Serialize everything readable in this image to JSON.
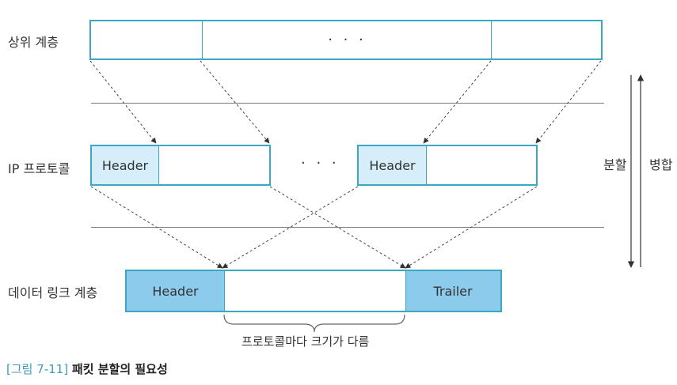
{
  "layers": {
    "upper": "상위 계층",
    "ip": "IP 프로토콜",
    "link": "데이터 링크 계층"
  },
  "upper_box": {
    "ellipsis": "· · ·"
  },
  "ip_packets": {
    "header_left": "Header",
    "header_right": "Header",
    "ellipsis": "· · ·"
  },
  "frame": {
    "header": "Header",
    "trailer": "Trailer"
  },
  "arrows": {
    "split": "분할",
    "merge": "병합"
  },
  "brace_label": "프로토콜마다 크기가 다름",
  "caption": {
    "number": "[그림 7-11]",
    "title": "패킷 분할의 필요성"
  },
  "colors": {
    "border": "#3aa8c3",
    "header_light": "#d6eef9",
    "header_dark": "#8ccbeb",
    "caption_accent": "#3a9bb8"
  }
}
